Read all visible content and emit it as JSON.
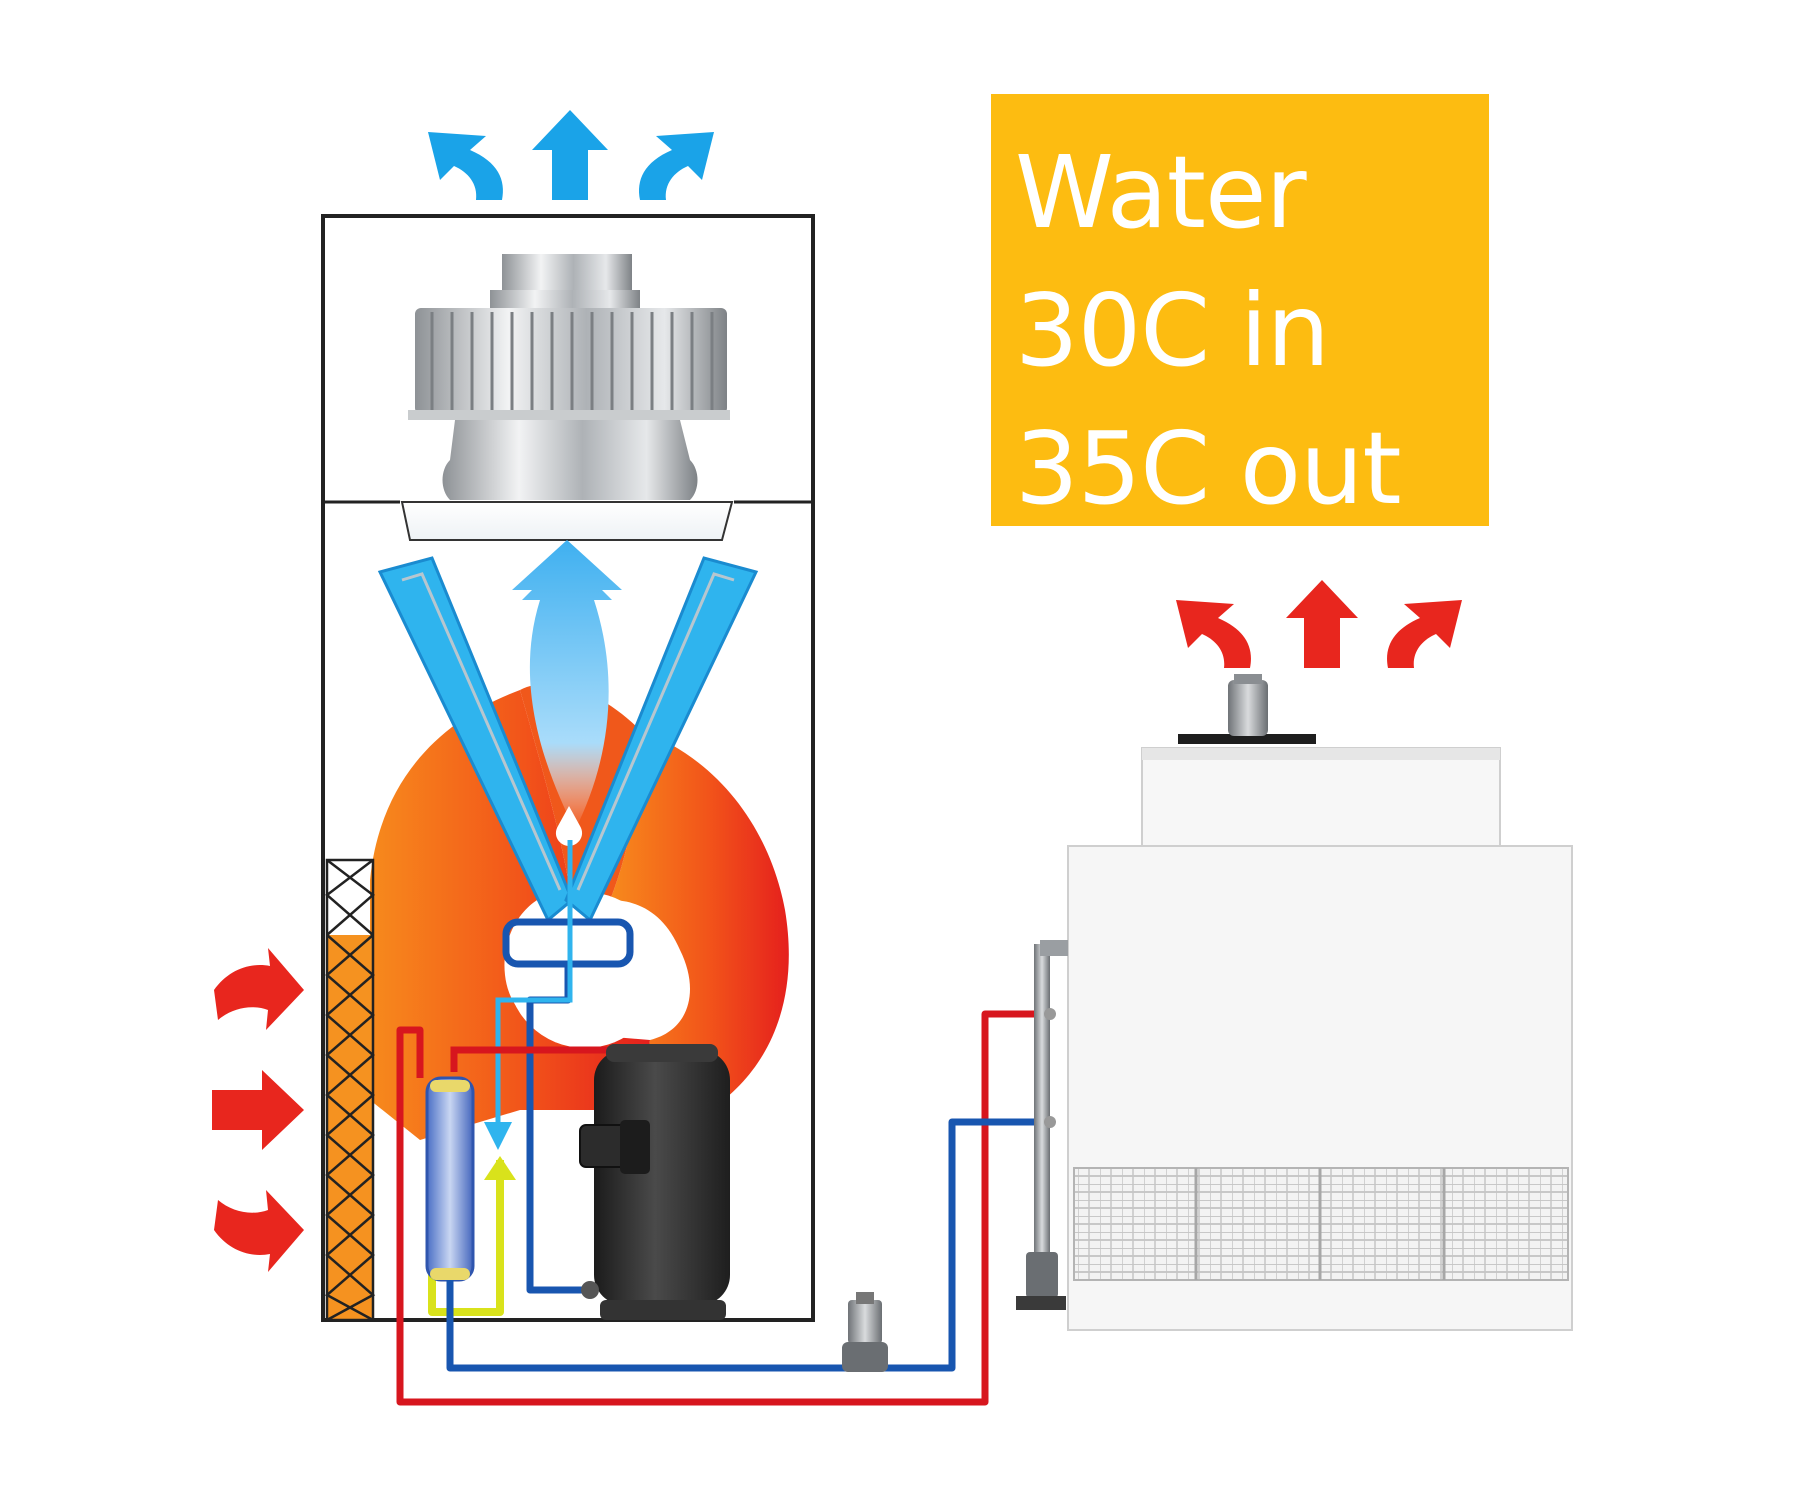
{
  "info_box": {
    "lines": [
      "Water",
      "30C in",
      "35C out"
    ]
  },
  "colors": {
    "box_fill": "#fdbc11",
    "box_text": "#ffffff",
    "cool_air": "#1aa3e8",
    "warm_air": "#e8261e",
    "heat_zone_orange": "#f57a1a",
    "heat_zone_red": "#e5231d",
    "coil": "#2fb4ee",
    "hot_pipe": "#d7161e",
    "cold_pipe": "#1856b0",
    "refrigerant_yellow": "#d9e21b",
    "cabinet_outline": "#222222",
    "compressor": "#2c2c2c",
    "tower_body": "#f6f6f6"
  },
  "icons": [
    "up-arrow-icon",
    "curved-arrow-left-icon",
    "curved-arrow-right-icon",
    "right-arrow-icon",
    "centrifugal-fan-icon",
    "compressor-icon",
    "heat-exchanger-icon",
    "pump-icon",
    "tower-fan-motor-icon",
    "louver-icon"
  ]
}
